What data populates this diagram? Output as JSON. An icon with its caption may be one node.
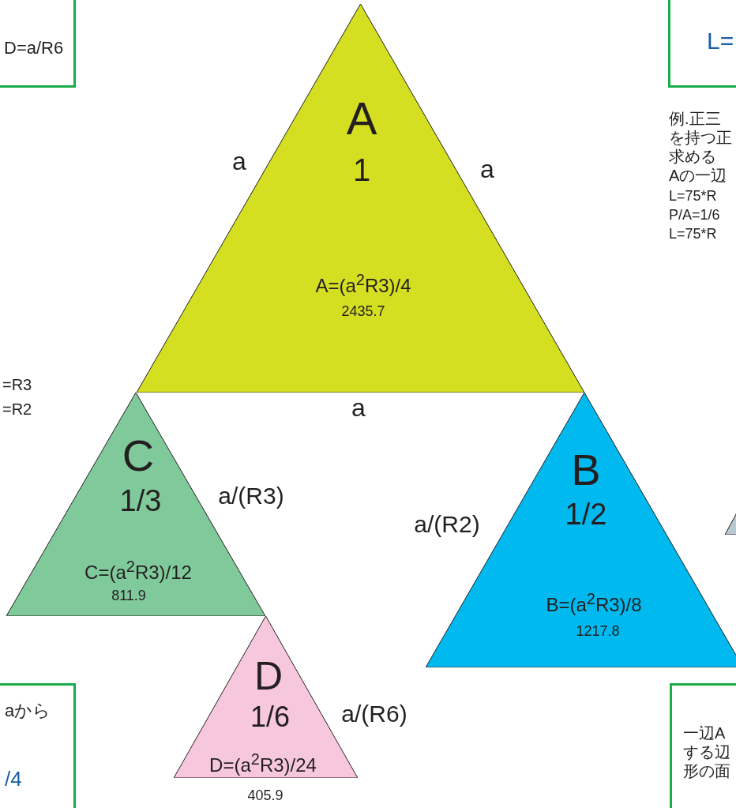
{
  "diagram": {
    "nodes": [
      {
        "text": [
          "D=a/R6"
        ]
      },
      {
        "text": [
          "A",
          "1",
          "A=(a$^{2}$R3)/4",
          "2435.7"
        ]
      },
      {
        "text": [
          "L="
        ]
      },
      {
        "text": [
          "C",
          "1/3",
          "C=(a$^{2}$R3)/12",
          "811.9"
        ]
      },
      {
        "text": [
          "B",
          "1/2",
          "B=(a$^{2}$R3)/8",
          "1217.8"
        ]
      },
      {
        "text": [],
        "shape": "triangle"
      },
      {
        "text": [
          "D",
          "1/6",
          "D=(a$^{2}$R3)/24"
        ],
        "beside": [
          "405.9"
        ]
      },
      {
        "text": [
          "aから",
          "/4"
        ]
      },
      {
        "text": [
          "一辺Aする辺形の面"
        ]
      }
    ],
    "edges": [],
    "labels": [
      "a",
      "a",
      "例.正三",
      "を持つ正",
      "求める",
      "Aの一辺",
      "L=75*R",
      "P/A=1/6",
      "L=75*R",
      "=R3",
      "=R2",
      "a",
      "a/(R3)",
      "a/(R2)",
      "a/(R6)"
    ]
  }
}
